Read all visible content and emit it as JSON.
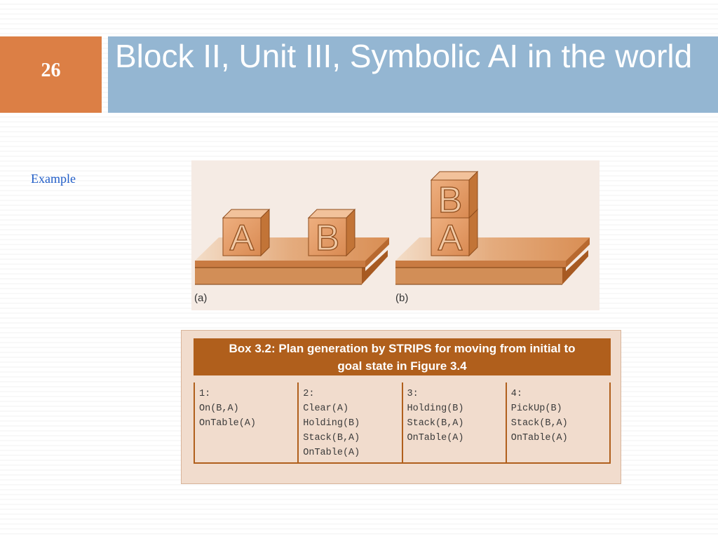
{
  "slide": {
    "number": "26",
    "title": "Block II, Unit III, Symbolic AI in the world",
    "example_label": "Example"
  },
  "figure": {
    "panel_a_label": "(a)",
    "panel_b_label": "(b)",
    "block_a_letter": "A",
    "block_b_letter": "B"
  },
  "box": {
    "title_line1": "Box 3.2: Plan generation by STRIPS for moving from initial to",
    "title_line2": "goal state in Figure 3.4",
    "steps": [
      {
        "label": "1:",
        "lines": [
          "On(B,A)",
          "OnTable(A)"
        ]
      },
      {
        "label": "2:",
        "lines": [
          "Clear(A)",
          "Holding(B)",
          "Stack(B,A)",
          "OnTable(A)"
        ]
      },
      {
        "label": "3:",
        "lines": [
          "Holding(B)",
          "Stack(B,A)",
          "OnTable(A)"
        ]
      },
      {
        "label": "4:",
        "lines": [
          "PickUp(B)",
          "Stack(B,A)",
          "OnTable(A)"
        ]
      }
    ]
  },
  "colors": {
    "number_box": "#dc7f45",
    "title_box": "#94b6d2",
    "box_header": "#b05f1c",
    "box_background": "#f1dccd",
    "block_face": "#e09a68"
  }
}
